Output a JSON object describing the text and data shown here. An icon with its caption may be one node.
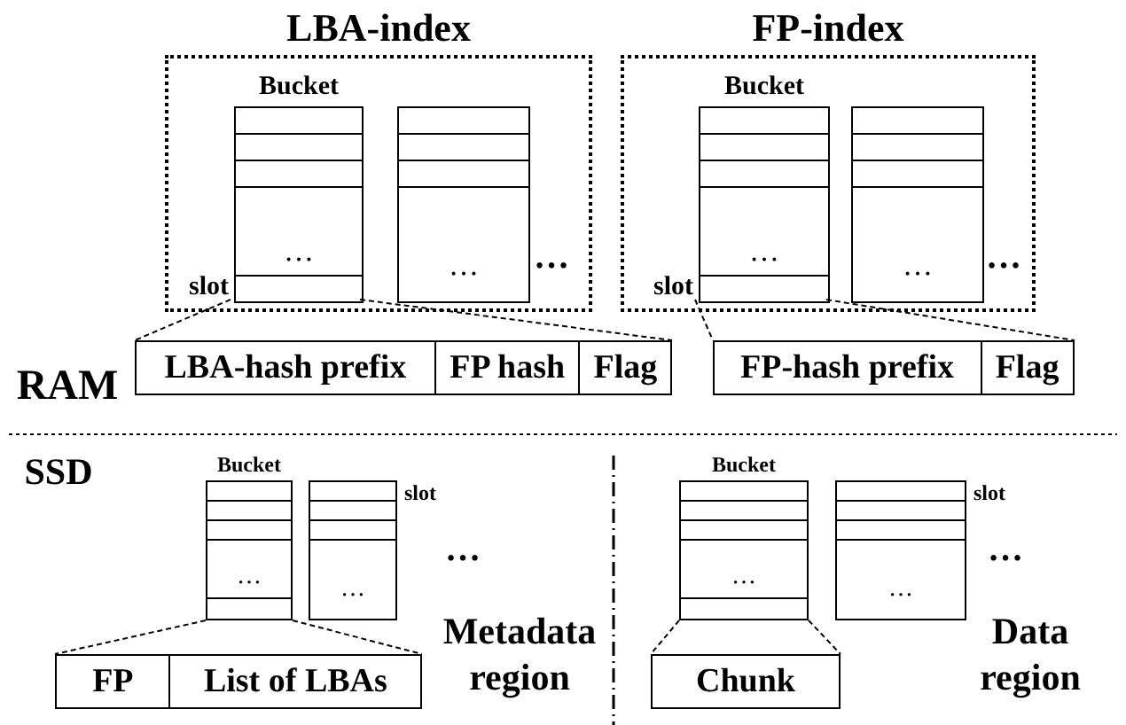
{
  "diagram": {
    "nodes": [
      {
        "text": [
          "LBA-index"
        ]
      },
      {
        "text": [
          "Bucket",
          "…"
        ],
        "in": 0,
        "beside": [
          "slot"
        ]
      },
      {
        "text": [
          "…"
        ],
        "in": 0
      },
      {
        "text": [
          "LBA-hash prefix",
          "FP hash",
          "Flag"
        ]
      },
      {
        "text": [
          "FP-index"
        ]
      },
      {
        "text": [
          "Bucket",
          "…"
        ],
        "in": 4,
        "beside": [
          "slot"
        ]
      },
      {
        "text": [
          "…"
        ],
        "in": 4
      },
      {
        "text": [
          "FP-hash prefix",
          "Flag"
        ]
      },
      {
        "text": [
          "Bucket",
          "…"
        ]
      },
      {
        "text": [
          "…"
        ],
        "beside": [
          "slot"
        ]
      },
      {
        "text": [
          "FP",
          "List of LBAs"
        ]
      },
      {
        "text": [
          "Bucket",
          "…"
        ]
      },
      {
        "text": [
          "…"
        ],
        "beside": [
          "slot"
        ]
      },
      {
        "text": [
          "Chunk"
        ]
      }
    ],
    "edges": [
      {
        "from": 1,
        "to": 3,
        "arrow": "none",
        "style": "dashed"
      },
      {
        "from": 1,
        "to": 3,
        "arrow": "none",
        "style": "dashed"
      },
      {
        "from": 5,
        "to": 7,
        "arrow": "none",
        "style": "dashed"
      },
      {
        "from": 5,
        "to": 7,
        "arrow": "none",
        "style": "dashed"
      },
      {
        "from": 8,
        "to": 10,
        "arrow": "none",
        "style": "dashed"
      },
      {
        "from": 8,
        "to": 10,
        "arrow": "none",
        "style": "dashed"
      },
      {
        "from": 11,
        "to": 13,
        "arrow": "none",
        "style": "dashed"
      },
      {
        "from": 11,
        "to": 13,
        "arrow": "none",
        "style": "dashed"
      }
    ],
    "labels": [
      "…",
      "…",
      "RAM",
      "SSD",
      "…",
      "Metadata region",
      "…",
      "Data region"
    ]
  }
}
